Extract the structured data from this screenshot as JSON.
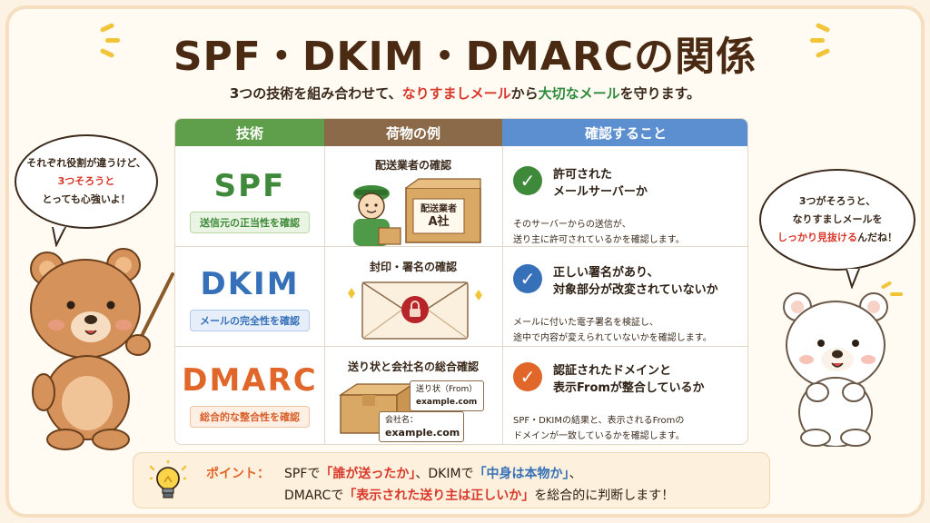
{
  "title": "SPF・DKIM・DMARCの関係",
  "subtitle": {
    "pre": "3つの技術を組み合わせて、",
    "red": "なりすましメール",
    "mid": "から",
    "green": "大切なメール",
    "post": "を守ります。"
  },
  "headers": [
    "技術",
    "荷物の例",
    "確認すること"
  ],
  "rows": [
    {
      "tech": "SPF",
      "badge": "送信元の正当性を確認",
      "example_title": "配送業者の確認",
      "example_box_label": [
        "配送業者",
        "A社"
      ],
      "check_head": [
        "許可された",
        "メールサーバーか"
      ],
      "check_desc": [
        "そのサーバーからの送信が、",
        "送り主に許可されているかを確認します。"
      ]
    },
    {
      "tech": "DKIM",
      "badge": "メールの完全性を確認",
      "example_title": "封印・署名の確認",
      "check_head": [
        "正しい署名があり、",
        "対象部分が改変されていないか"
      ],
      "check_desc": [
        "メールに付いた電子署名を検証し、",
        "途中で内容が変えられていないかを確認します。"
      ]
    },
    {
      "tech": "DMARC",
      "badge": "総合的な整合性を確認",
      "example_title": "送り状と会社名の総合確認",
      "label_from": [
        "送り状（From）",
        "example.com"
      ],
      "label_company": [
        "会社名：",
        "example.com"
      ],
      "check_head": [
        "認証されたドメインと",
        "表示Fromが整合しているか"
      ],
      "check_desc": [
        "SPF・DKIMの結果と、表示されるFromの",
        "ドメインが一致しているかを確認します。"
      ]
    }
  ],
  "left_bubble": {
    "line1": "それぞれ役割が違うけど、",
    "red": "3つそろうと",
    "line2": "とっても心強いよ！"
  },
  "right_bubble": {
    "line1": "3つがそろうと、",
    "line2": "なりすましメールを",
    "red": "しっかり見抜ける",
    "post": "んだね！"
  },
  "point": {
    "label": "ポイント：",
    "l1_a": "SPFで",
    "l1_q1": "「誰が送ったか」",
    "l1_b": "、DKIMで",
    "l1_q2": "「中身は本物か」",
    "l1_c": "、",
    "l2_a": "DMARCで",
    "l2_q3": "「表示された送り主は正しいか」",
    "l2_b": "を総合的に判断します！"
  },
  "colors": {
    "spf": "#3f8a3a",
    "dkim": "#3570b8",
    "dmarc": "#e0662a",
    "header_tech": "#5f9e4a",
    "header_example": "#8b6a4a",
    "header_check": "#5c8fd0"
  },
  "icons": {
    "check": "check-circle-icon",
    "bulb": "lightbulb-icon",
    "envelope": "envelope-icon",
    "seal": "wax-seal-icon",
    "box": "cardboard-box-icon"
  }
}
